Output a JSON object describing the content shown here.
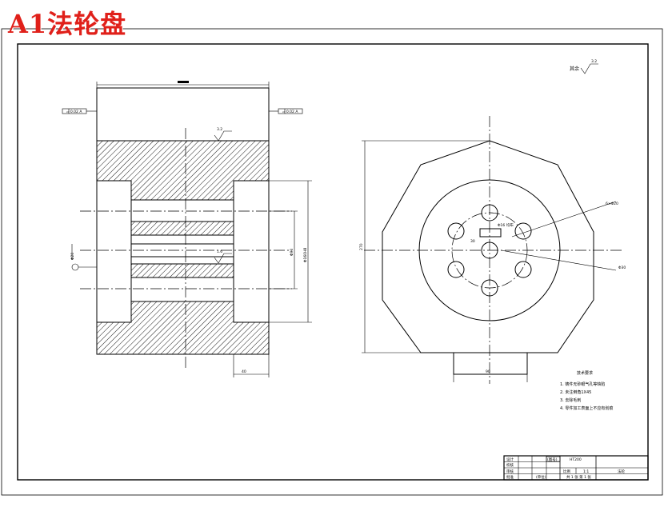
{
  "title": "A1法轮盘",
  "surface_finish_note": "其余",
  "surface_finish_value": "3.2",
  "tech_requirements": {
    "heading": "技术要求",
    "items": [
      "1. 铸件无砂眼气孔等缺陷",
      "2. 未注倒角1X45",
      "3. 去除毛刺",
      "4. 零件加工表面上不应有划痕"
    ]
  },
  "title_block": {
    "labels": [
      "设计",
      "校核",
      "审核",
      "批准"
    ],
    "drawing_no": "(图号)",
    "material": "HT200",
    "scale_label": "比例",
    "scale": "1:1",
    "part_name": "法轮",
    "sheet_info": "共 1 张 第 1 张",
    "company": "(单位)"
  }
}
